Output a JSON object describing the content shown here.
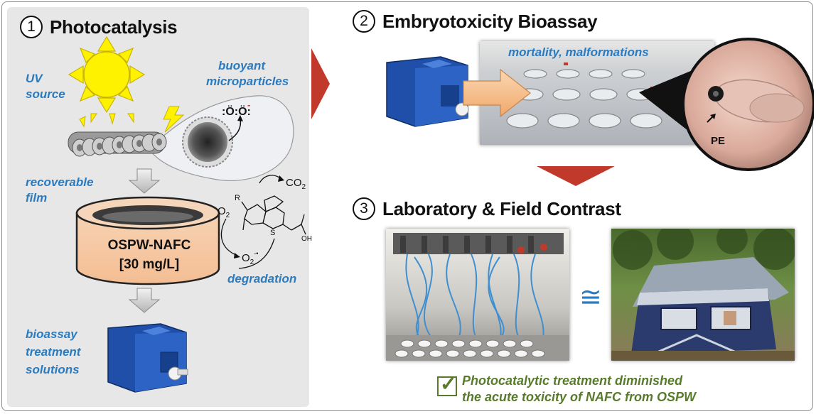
{
  "stage1": {
    "number": "1",
    "title": "Photocatalysis"
  },
  "stage2": {
    "number": "2",
    "title": "Embryotoxicity Bioassay"
  },
  "stage3": {
    "number": "3",
    "title": "Laboratory & Field Contrast"
  },
  "labels": {
    "uv_line1": "UV",
    "uv_line2": "source",
    "buoyant_line1": "buoyant",
    "buoyant_line2": "microparticles",
    "recoverable_line1": "recoverable",
    "recoverable_line2": "film",
    "degradation": "degradation",
    "bioassay_line1": "bioassay",
    "bioassay_line2": "treatment",
    "bioassay_line3": "solutions",
    "mortality": "mortality, malformations",
    "pe": "PE"
  },
  "vessel": {
    "line1": "OSPW-NAFC",
    "line2": "[30 mg/L]"
  },
  "chem": {
    "o2": "O",
    "o2_sub": "2",
    "co2": "CO",
    "co2_sub": "2",
    "superoxide": "O",
    "superoxide_sub": "2",
    "superoxide_sup": "-•",
    "r_group": "R",
    "s_atom": "S",
    "oh": "OH",
    "radical": ":Ö:Ö:",
    "minus": "-"
  },
  "approx_symbol": "≅",
  "conclusion": {
    "line1": "Photocatalytic treatment diminished",
    "line2": "the acute toxicity of NAFC from OSPW",
    "check_symbol": "✓"
  },
  "colors": {
    "accent_blue": "#2b7bc0",
    "arrow_red": "#c0392b",
    "conclusion_green": "#577a2b",
    "sun_yellow": "#fff200",
    "vessel_peach": "#f6c9a3",
    "jug_blue": "#1f4fa8"
  }
}
